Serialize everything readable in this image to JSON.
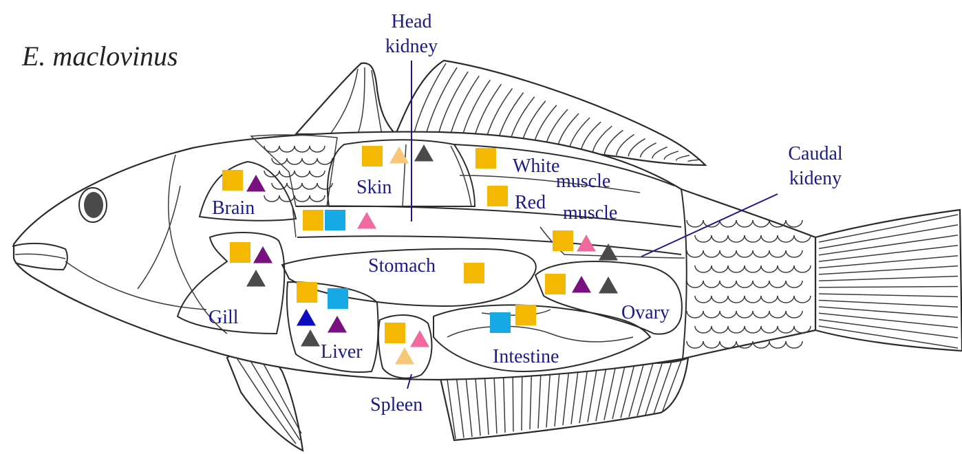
{
  "title": "E. maclovinus",
  "colors": {
    "label": "#1a1a8c",
    "leader": "#1a1a8c",
    "orange": "#f5b800",
    "blue": "#17a9e6",
    "pink": "#f06aa0",
    "light_orange": "#f7c679",
    "purple": "#7a1080",
    "dark_blue": "#0d0dbf",
    "gray": "#4a4a4a"
  },
  "labels": {
    "head_kidney_1": "Head",
    "head_kidney_2": "kidney",
    "caudal_1": "Caudal",
    "caudal_2": "kideny",
    "white_1": "White",
    "white_2": "muscle",
    "red_1": "Red",
    "red_2": "muscle",
    "brain": "Brain",
    "skin": "Skin",
    "gill": "Gill",
    "stomach": "Stomach",
    "liver": "Liver",
    "spleen": "Spleen",
    "intestine": "Intestine",
    "ovary": "Ovary"
  },
  "tissue_markers": [
    {
      "tissue": "Brain",
      "markers": [
        {
          "shape": "square",
          "color": "orange"
        },
        {
          "shape": "triangle",
          "color": "purple"
        }
      ]
    },
    {
      "tissue": "Skin",
      "markers": [
        {
          "shape": "square",
          "color": "orange"
        },
        {
          "shape": "triangle",
          "color": "light_orange"
        },
        {
          "shape": "triangle",
          "color": "gray"
        }
      ]
    },
    {
      "tissue": "White muscle",
      "markers": [
        {
          "shape": "square",
          "color": "orange"
        }
      ]
    },
    {
      "tissue": "Red muscle",
      "markers": [
        {
          "shape": "square",
          "color": "orange"
        }
      ]
    },
    {
      "tissue": "Head kidney",
      "markers": [
        {
          "shape": "square",
          "color": "orange"
        },
        {
          "shape": "square",
          "color": "blue"
        },
        {
          "shape": "triangle",
          "color": "pink"
        }
      ]
    },
    {
      "tissue": "Caudal kideny",
      "markers": [
        {
          "shape": "square",
          "color": "orange"
        },
        {
          "shape": "triangle",
          "color": "pink"
        },
        {
          "shape": "triangle",
          "color": "gray"
        }
      ]
    },
    {
      "tissue": "Gill",
      "markers": [
        {
          "shape": "square",
          "color": "orange"
        },
        {
          "shape": "triangle",
          "color": "purple"
        },
        {
          "shape": "triangle",
          "color": "gray"
        }
      ]
    },
    {
      "tissue": "Stomach",
      "markers": [
        {
          "shape": "square",
          "color": "orange"
        }
      ]
    },
    {
      "tissue": "Ovary",
      "markers": [
        {
          "shape": "square",
          "color": "orange"
        },
        {
          "shape": "triangle",
          "color": "purple"
        },
        {
          "shape": "triangle",
          "color": "gray"
        }
      ]
    },
    {
      "tissue": "Liver",
      "markers": [
        {
          "shape": "square",
          "color": "orange"
        },
        {
          "shape": "square",
          "color": "blue"
        },
        {
          "shape": "triangle",
          "color": "dark_blue"
        },
        {
          "shape": "triangle",
          "color": "purple"
        },
        {
          "shape": "triangle",
          "color": "gray"
        }
      ]
    },
    {
      "tissue": "Spleen",
      "markers": [
        {
          "shape": "square",
          "color": "orange"
        },
        {
          "shape": "triangle",
          "color": "pink"
        },
        {
          "shape": "triangle",
          "color": "light_orange"
        }
      ]
    },
    {
      "tissue": "Intestine",
      "markers": [
        {
          "shape": "square",
          "color": "blue"
        },
        {
          "shape": "square",
          "color": "orange"
        }
      ]
    }
  ]
}
